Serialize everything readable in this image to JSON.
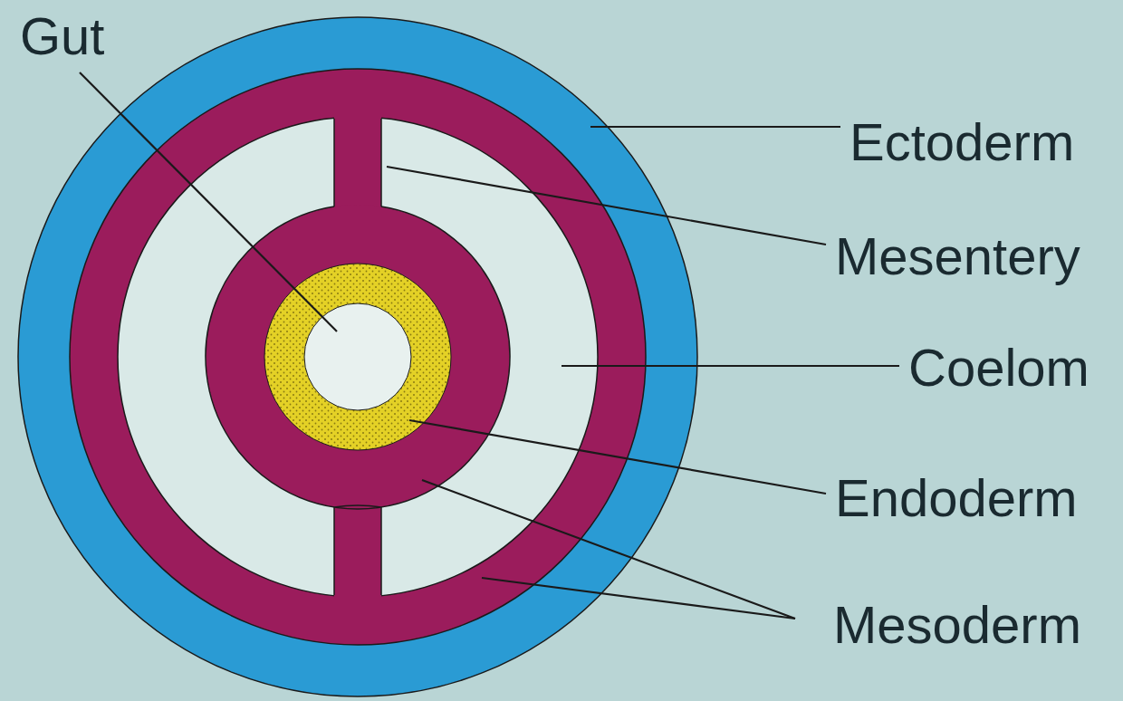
{
  "diagram": {
    "labels": [
      "Gut",
      "Ectoderm",
      "Mesentery",
      "Coelom",
      "Endoderm",
      "Mesoderm"
    ]
  }
}
